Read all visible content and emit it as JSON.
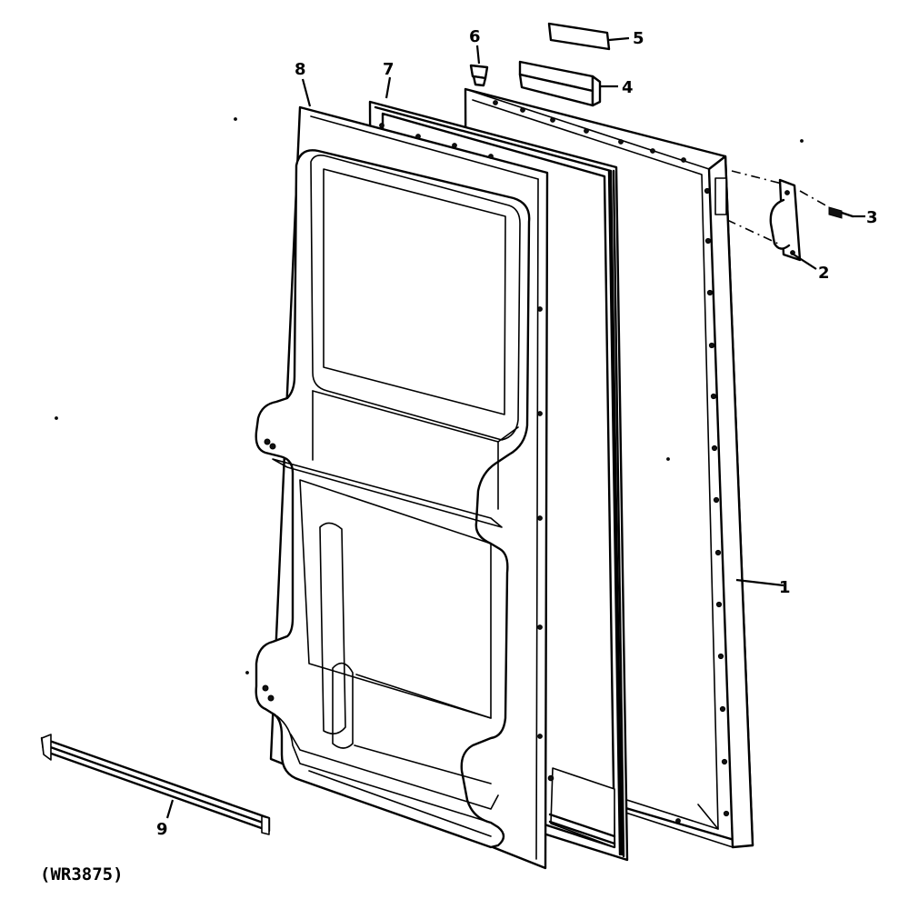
{
  "diagram": {
    "drawing_code": "(WR3875)",
    "callouts": [
      "1",
      "2",
      "3",
      "4",
      "5",
      "6",
      "7",
      "8",
      "9"
    ]
  }
}
